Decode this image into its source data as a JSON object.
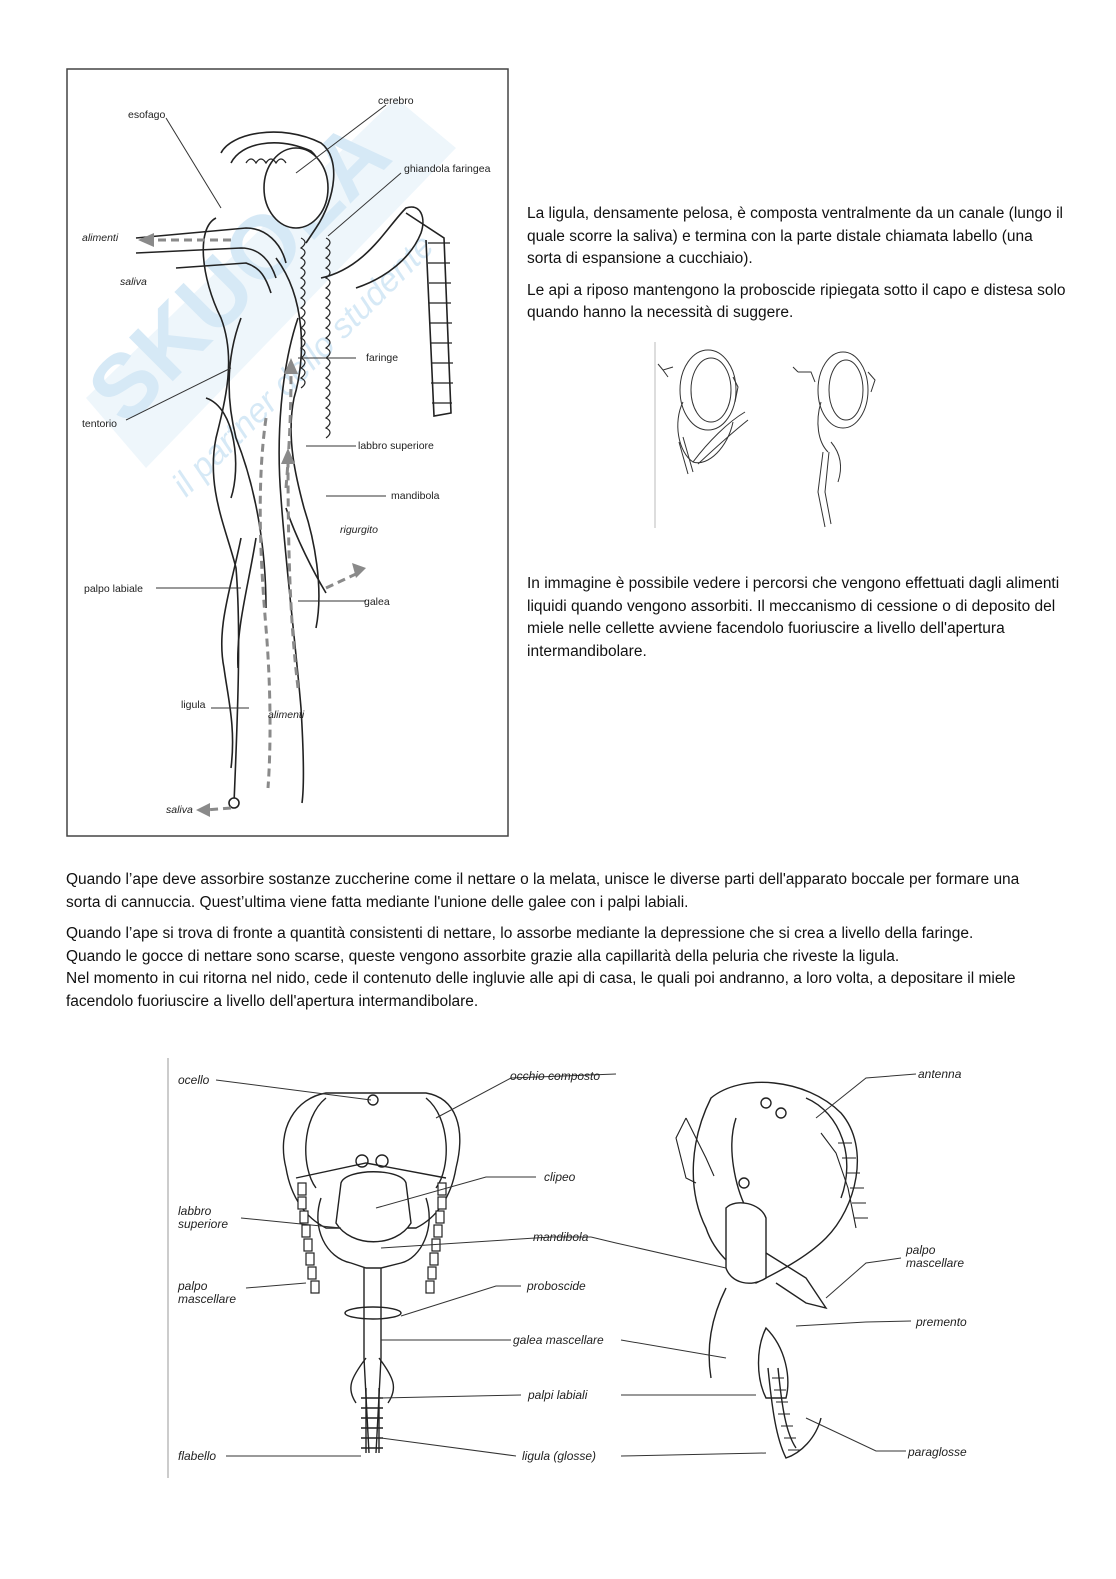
{
  "figure1": {
    "labels": {
      "esofago": "esofago",
      "cerebro": "cerebro",
      "ghiandola": "ghiandola faringea",
      "alimenti_top": "alimenti",
      "saliva_top": "saliva",
      "faringe": "faringe",
      "tentorio": "tentorio",
      "labbro": "labbro superiore",
      "mandibola": "mandibola",
      "rigurgito": "rigurgito",
      "palpo": "palpo labiale",
      "galea": "galea",
      "ligula": "ligula",
      "alimenti_bottom": "alimenti",
      "saliva_bottom": "saliva"
    }
  },
  "text": {
    "para1": "La ligula, densamente pelosa, è composta ventralmente da un canale (lungo il quale scorre la saliva) e termina con la parte distale chiamata labello (una sorta di espansione a cucchiaio).",
    "para2": "Le api a riposo mantengono la proboscide ripiegata sotto il capo e distesa solo quando hanno la necessità di suggere.",
    "para3": "In immagine è possibile vedere i percorsi che vengono effettuati dagli alimenti liquidi quando vengono assorbiti. Il meccanismo di cessione o di deposito del miele nelle cellette avviene facendolo fuoriuscire a livello dell'apertura intermandibolare.",
    "para4": "Quando l’ape deve assorbire sostanze zuccherine come il nettare o la melata, unisce le diverse parti dell'apparato boccale per formare una sorta di cannuccia. Quest’ultima viene fatta mediante l'unione delle galee con i palpi labiali.",
    "para5a": "Quando l’ape si trova di fronte a quantità consistenti di nettare, lo assorbe mediante la depressione che si crea a livello della faringe.",
    "para5b": "Quando le gocce di nettare sono scarse, queste vengono assorbite grazie alla capillarità della peluria che riveste la ligula.",
    "para5c": "Nel momento in cui ritorna nel nido, cede il contenuto delle ingluvie alle api di casa, le quali poi andranno, a loro volta, a depositare il miele facendolo fuoriuscire a livello dell'apertura intermandibolare."
  },
  "figure3": {
    "labels": {
      "ocello": "ocello",
      "occhio": "occhio composto",
      "antenna": "antenna",
      "labbro_a": "labbro",
      "labbro_b": "superiore",
      "clipeo": "clipeo",
      "mandibola": "mandibola",
      "palpo_l_a": "palpo",
      "palpo_l_b": "mascellare",
      "palpo_r_a": "palpo",
      "palpo_r_b": "mascellare",
      "proboscide": "proboscide",
      "premento": "premento",
      "galea": "galea mascellare",
      "palpi": "palpi labiali",
      "flabello": "flabello",
      "ligula": "ligula (glosse)",
      "paraglosse": "paraglosse"
    }
  },
  "colors": {
    "text": "#111111",
    "arrow": "#8a8a8a",
    "frame": "#444444",
    "watermark": "#b8d8ee"
  }
}
